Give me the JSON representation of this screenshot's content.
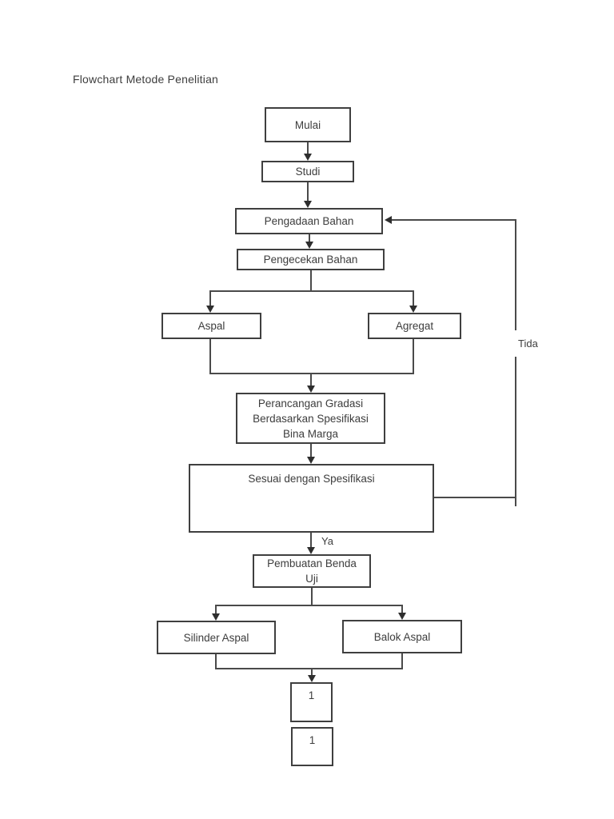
{
  "title": "Flowchart Metode Penelitian",
  "nodes": {
    "mulai": {
      "label": "Mulai"
    },
    "studi": {
      "label": "Studi"
    },
    "pengadaan": {
      "label": "Pengadaan Bahan"
    },
    "pengecekan": {
      "label": "Pengecekan Bahan"
    },
    "aspal": {
      "label": "Aspal"
    },
    "agregat": {
      "label": "Agregat"
    },
    "perancangan": {
      "line1": "Perancangan Gradasi",
      "line2": "Berdasarkan Spesifikasi",
      "line3": "Bina Marga"
    },
    "sesuai": {
      "label": "Sesuai dengan Spesifikasi"
    },
    "pembuatan": {
      "line1": "Pembuatan Benda",
      "line2": "Uji"
    },
    "silinder": {
      "label": "Silinder Aspal"
    },
    "balok": {
      "label": "Balok Aspal"
    },
    "connector1": {
      "label": "1"
    },
    "connector2": {
      "label": "1"
    }
  },
  "edge_labels": {
    "yes": "Ya",
    "no": "Tida"
  },
  "colors": {
    "background": "#ffffff",
    "line": "#4a4a4a",
    "border": "#3f3f3f",
    "text": "#3d3d3d"
  }
}
